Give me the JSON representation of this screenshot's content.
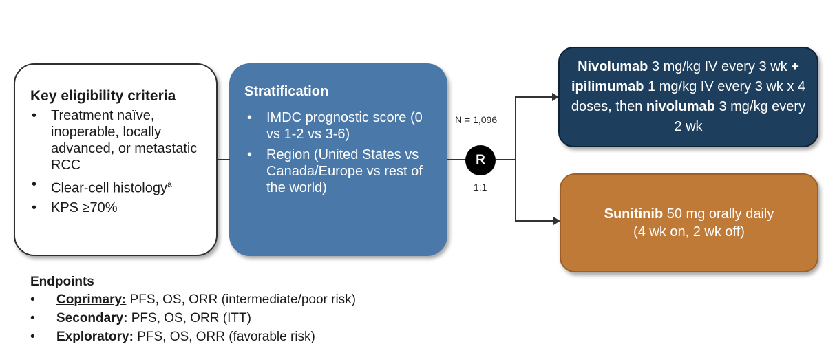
{
  "eligibility": {
    "title": "Key eligibility criteria",
    "items": [
      "Treatment naïve, inoperable, locally advanced, or metastatic RCC",
      "Clear-cell histology",
      "KPS ≥70%"
    ],
    "footnote_marker": "a"
  },
  "stratification": {
    "title": "Stratification",
    "items": [
      "IMDC prognostic score (0 vs 1-2 vs 3-6)",
      "Region (United States vs Canada/Europe vs rest of the world)"
    ]
  },
  "randomization": {
    "symbol": "R",
    "n_label": "N = 1,096",
    "ratio": "1:1"
  },
  "arm_nivo": {
    "drug1": "Nivolumab",
    "dose1": " 3 mg/kg IV every 3 wk ",
    "plus": "+ ipilimumab",
    "dose2": " 1 mg/kg IV every 3 wk x 4 doses, then ",
    "drug3": "nivolumab",
    "dose3": " 3 mg/kg every 2 wk"
  },
  "arm_sun": {
    "drug": "Sunitinib",
    "dose": " 50 mg orally daily",
    "schedule": "(4 wk on, 2 wk off)"
  },
  "endpoints": {
    "title": "Endpoints",
    "items": [
      {
        "label": "Coprimary:",
        "text": " PFS, OS, ORR (intermediate/poor risk)"
      },
      {
        "label": "Secondary:",
        "text": " PFS, OS, ORR (ITT)"
      },
      {
        "label": "Exploratory:",
        "text": " PFS, OS, ORR (favorable risk)"
      }
    ]
  },
  "colors": {
    "stratification": "#4a78a8",
    "nivolumab_arm": "#1d3e5c",
    "sunitinib_arm": "#c07a38"
  }
}
